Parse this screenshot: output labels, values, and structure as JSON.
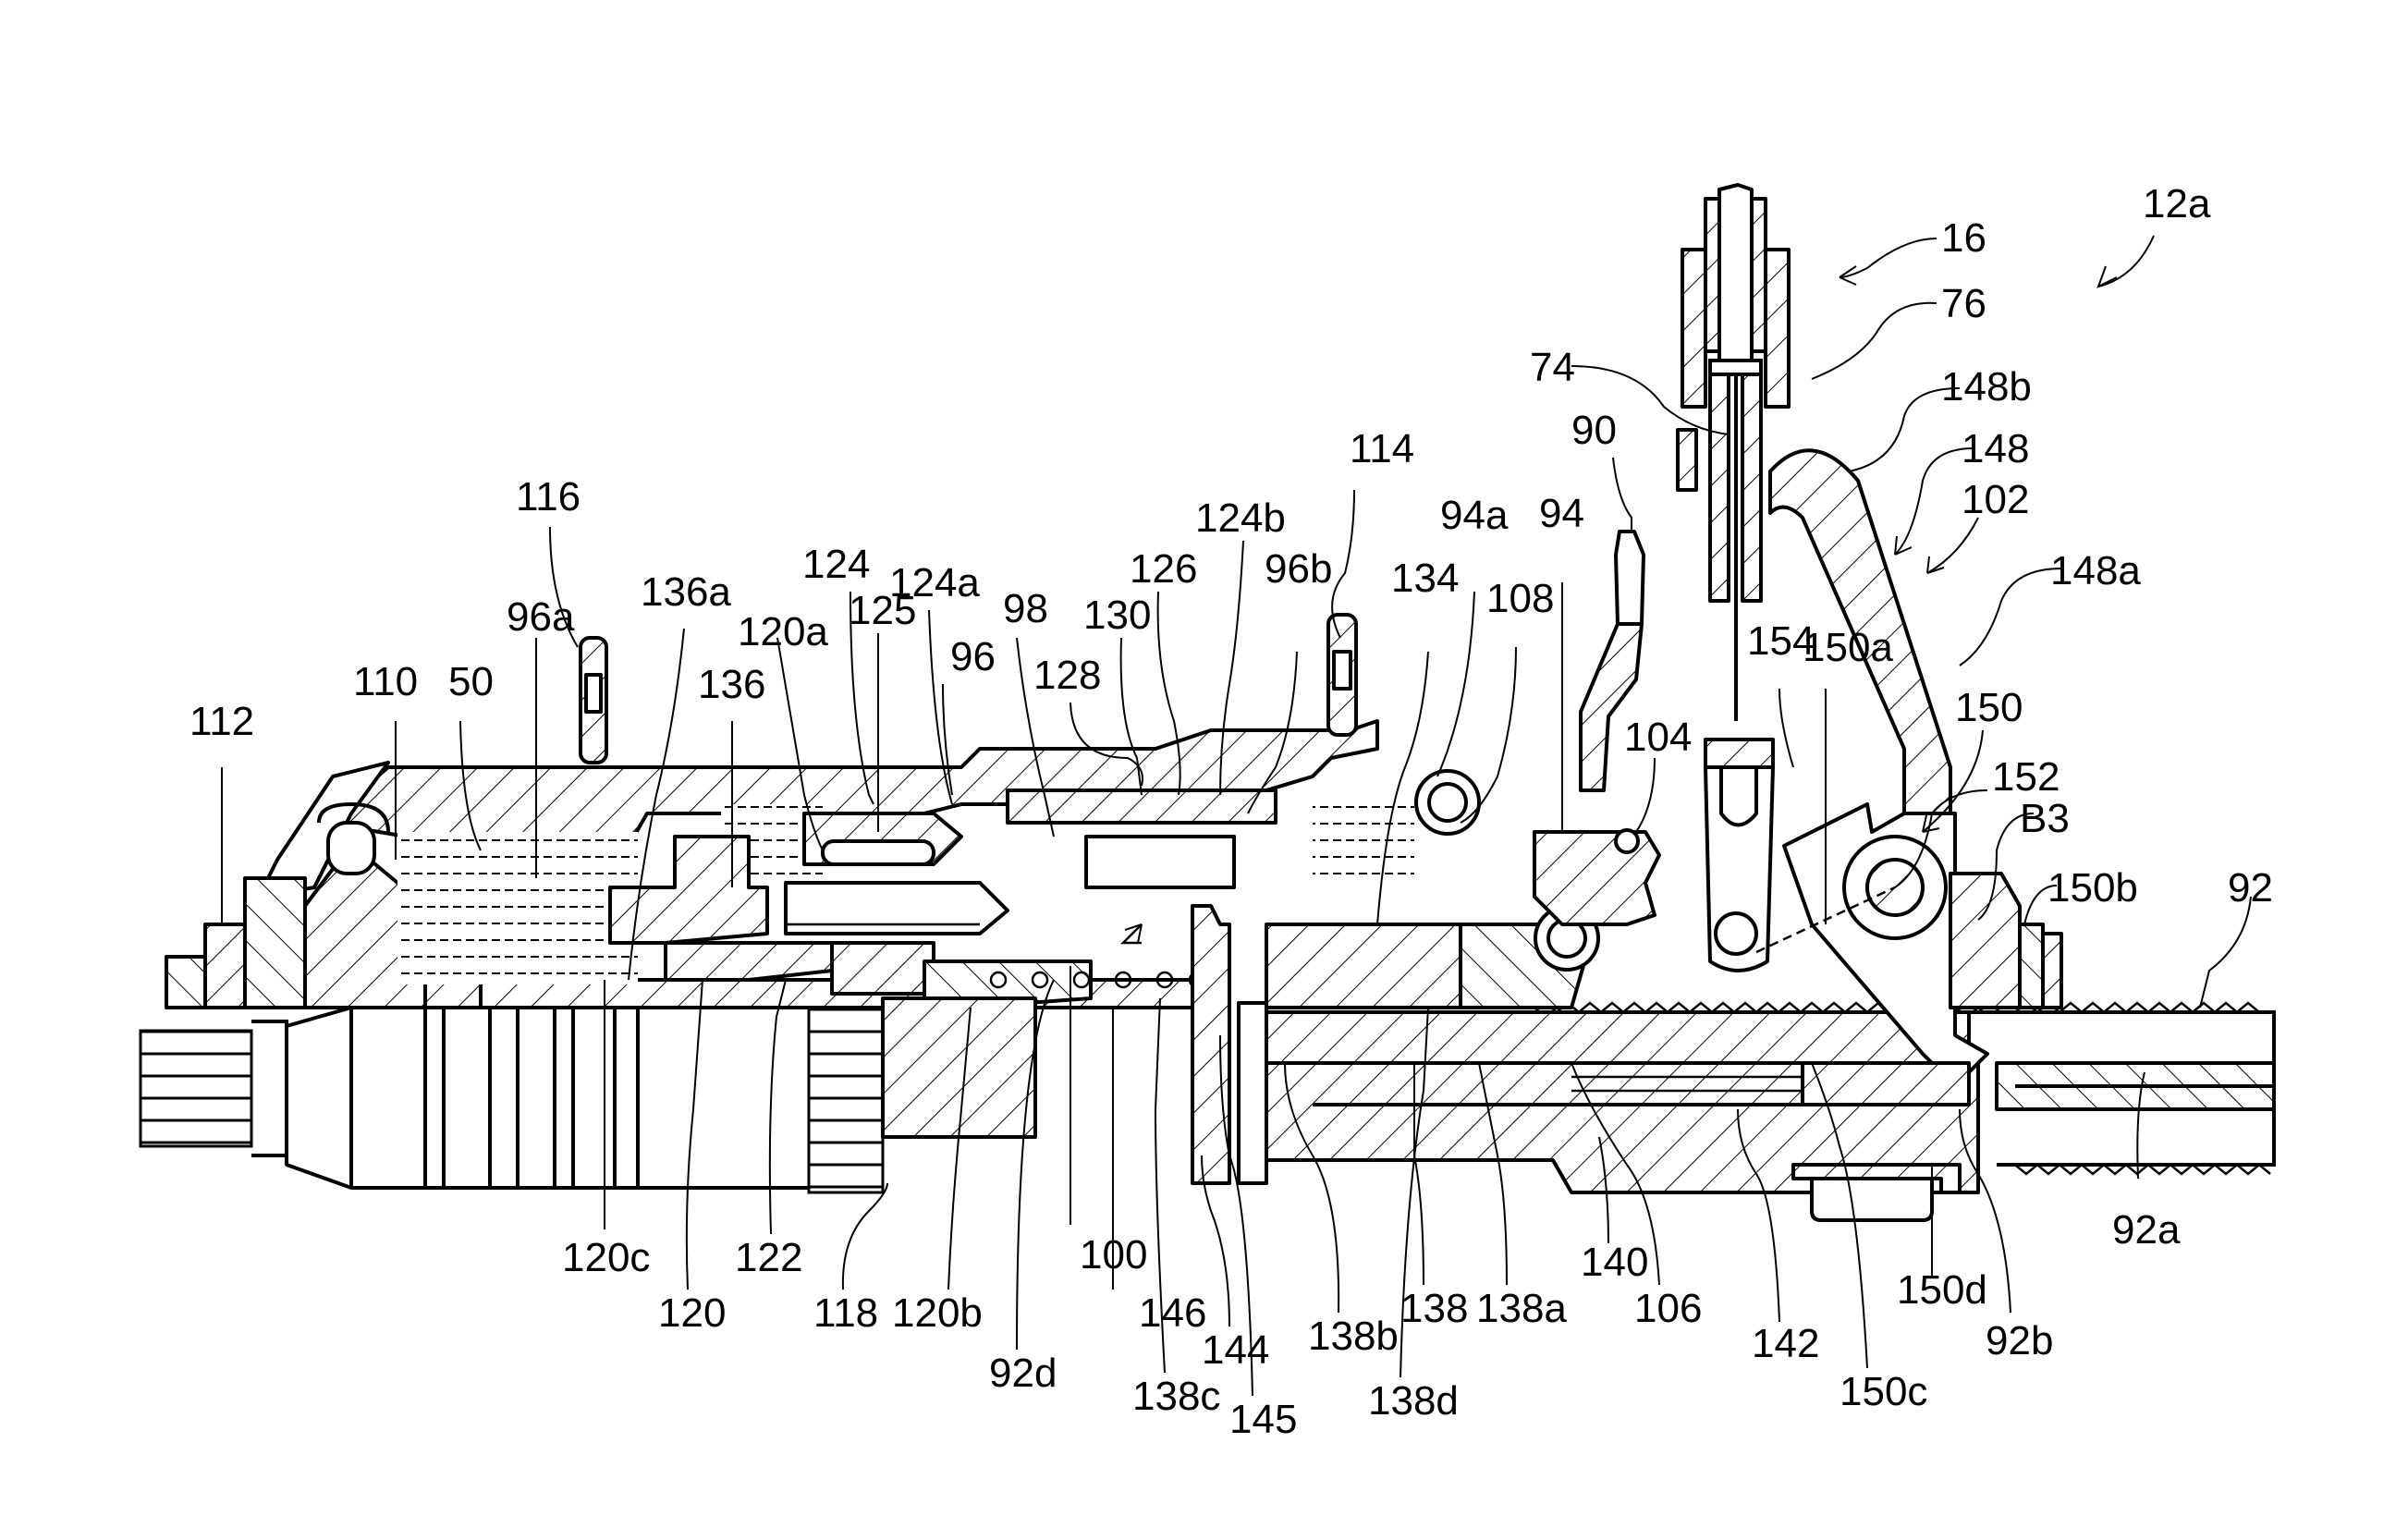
{
  "figure": {
    "title_ref": "12a",
    "description": "Cross-sectional view of hub assembly with shifting mechanism (patent drawing)"
  },
  "labels": {
    "l12a": "12a",
    "l16": "16",
    "l76": "76",
    "l74": "74",
    "l148b": "148b",
    "l148": "148",
    "l102": "102",
    "l148a": "148a",
    "l90": "90",
    "l94": "94",
    "l94a": "94a",
    "l108": "108",
    "l134": "134",
    "l114": "114",
    "l96b": "96b",
    "l124b": "124b",
    "l126": "126",
    "l130": "130",
    "l128": "128",
    "l98": "98",
    "l96": "96",
    "l124a": "124a",
    "l124": "124",
    "l125": "125",
    "l120a": "120a",
    "l136": "136",
    "l136a": "136a",
    "l116": "116",
    "l96a": "96a",
    "l50": "50",
    "l110": "110",
    "l112": "112",
    "l154": "154",
    "l150a": "150a",
    "l104": "104",
    "l150": "150",
    "l152": "152",
    "lB3": "B3",
    "l150b": "150b",
    "l92": "92",
    "l92a": "92a",
    "l92b": "92b",
    "l150d": "150d",
    "l150c": "150c",
    "l142": "142",
    "l106": "106",
    "l140": "140",
    "l138a": "138a",
    "l138": "138",
    "l138d": "138d",
    "l138b": "138b",
    "l145": "145",
    "l144": "144",
    "l138c": "138c",
    "l146": "146",
    "l100": "100",
    "l92d": "92d",
    "l120b": "120b",
    "l118": "118",
    "l120": "120",
    "l122": "122",
    "l120c": "120c"
  }
}
